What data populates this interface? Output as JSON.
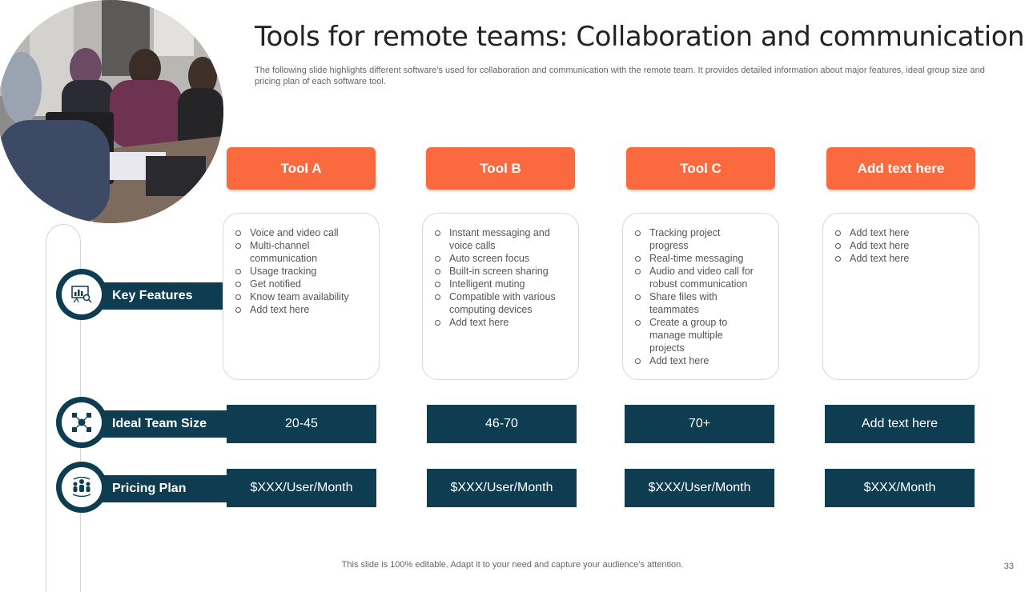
{
  "slide": {
    "title": "Tools for remote teams: Collaboration and communication",
    "subtitle": "The following slide highlights different software’s used for collaboration and communication with the remote team. It provides detailed information about major features, ideal group size and pricing plan of each software tool.",
    "footer": "This slide is 100% editable. Adapt it to your need and capture your audience’s attention.",
    "page_number": "33"
  },
  "rows": {
    "key_features": {
      "label": "Key Features",
      "icon": "chart-search-icon"
    },
    "team_size": {
      "label": "Ideal Team Size",
      "icon": "team-network-icon"
    },
    "pricing": {
      "label": "Pricing Plan",
      "icon": "people-cycle-icon"
    }
  },
  "tools": [
    {
      "name": "Tool A",
      "features": [
        "Voice and video  call",
        "Multi-channel communication",
        "Usage tracking",
        "Get notified",
        "Know team availability",
        "Add text here"
      ],
      "team_size": "20-45",
      "pricing": "$XXX/User/Month"
    },
    {
      "name": "Tool B",
      "features": [
        "Instant messaging and voice  calls",
        "Auto screen focus",
        "Built-in screen sharing",
        "Intelligent muting",
        "Compatible with various computing devices",
        "Add text here"
      ],
      "team_size": "46-70",
      "pricing": "$XXX/User/Month"
    },
    {
      "name": "Tool C",
      "features": [
        "Tracking project progress",
        "Real-time  messaging",
        "Audio and video call for robust communication",
        "Share files with teammates",
        "Create a group to manage multiple projects",
        "Add text here"
      ],
      "team_size": "70+",
      "pricing": "$XXX/User/Month"
    },
    {
      "name": "Add text here",
      "features": [
        "Add text here",
        "Add text here",
        "Add text here"
      ],
      "team_size": "Add text here",
      "pricing": "$XXX/Month"
    }
  ],
  "colors": {
    "accent": "#fb6a3f",
    "navy": "#0e3d52"
  }
}
